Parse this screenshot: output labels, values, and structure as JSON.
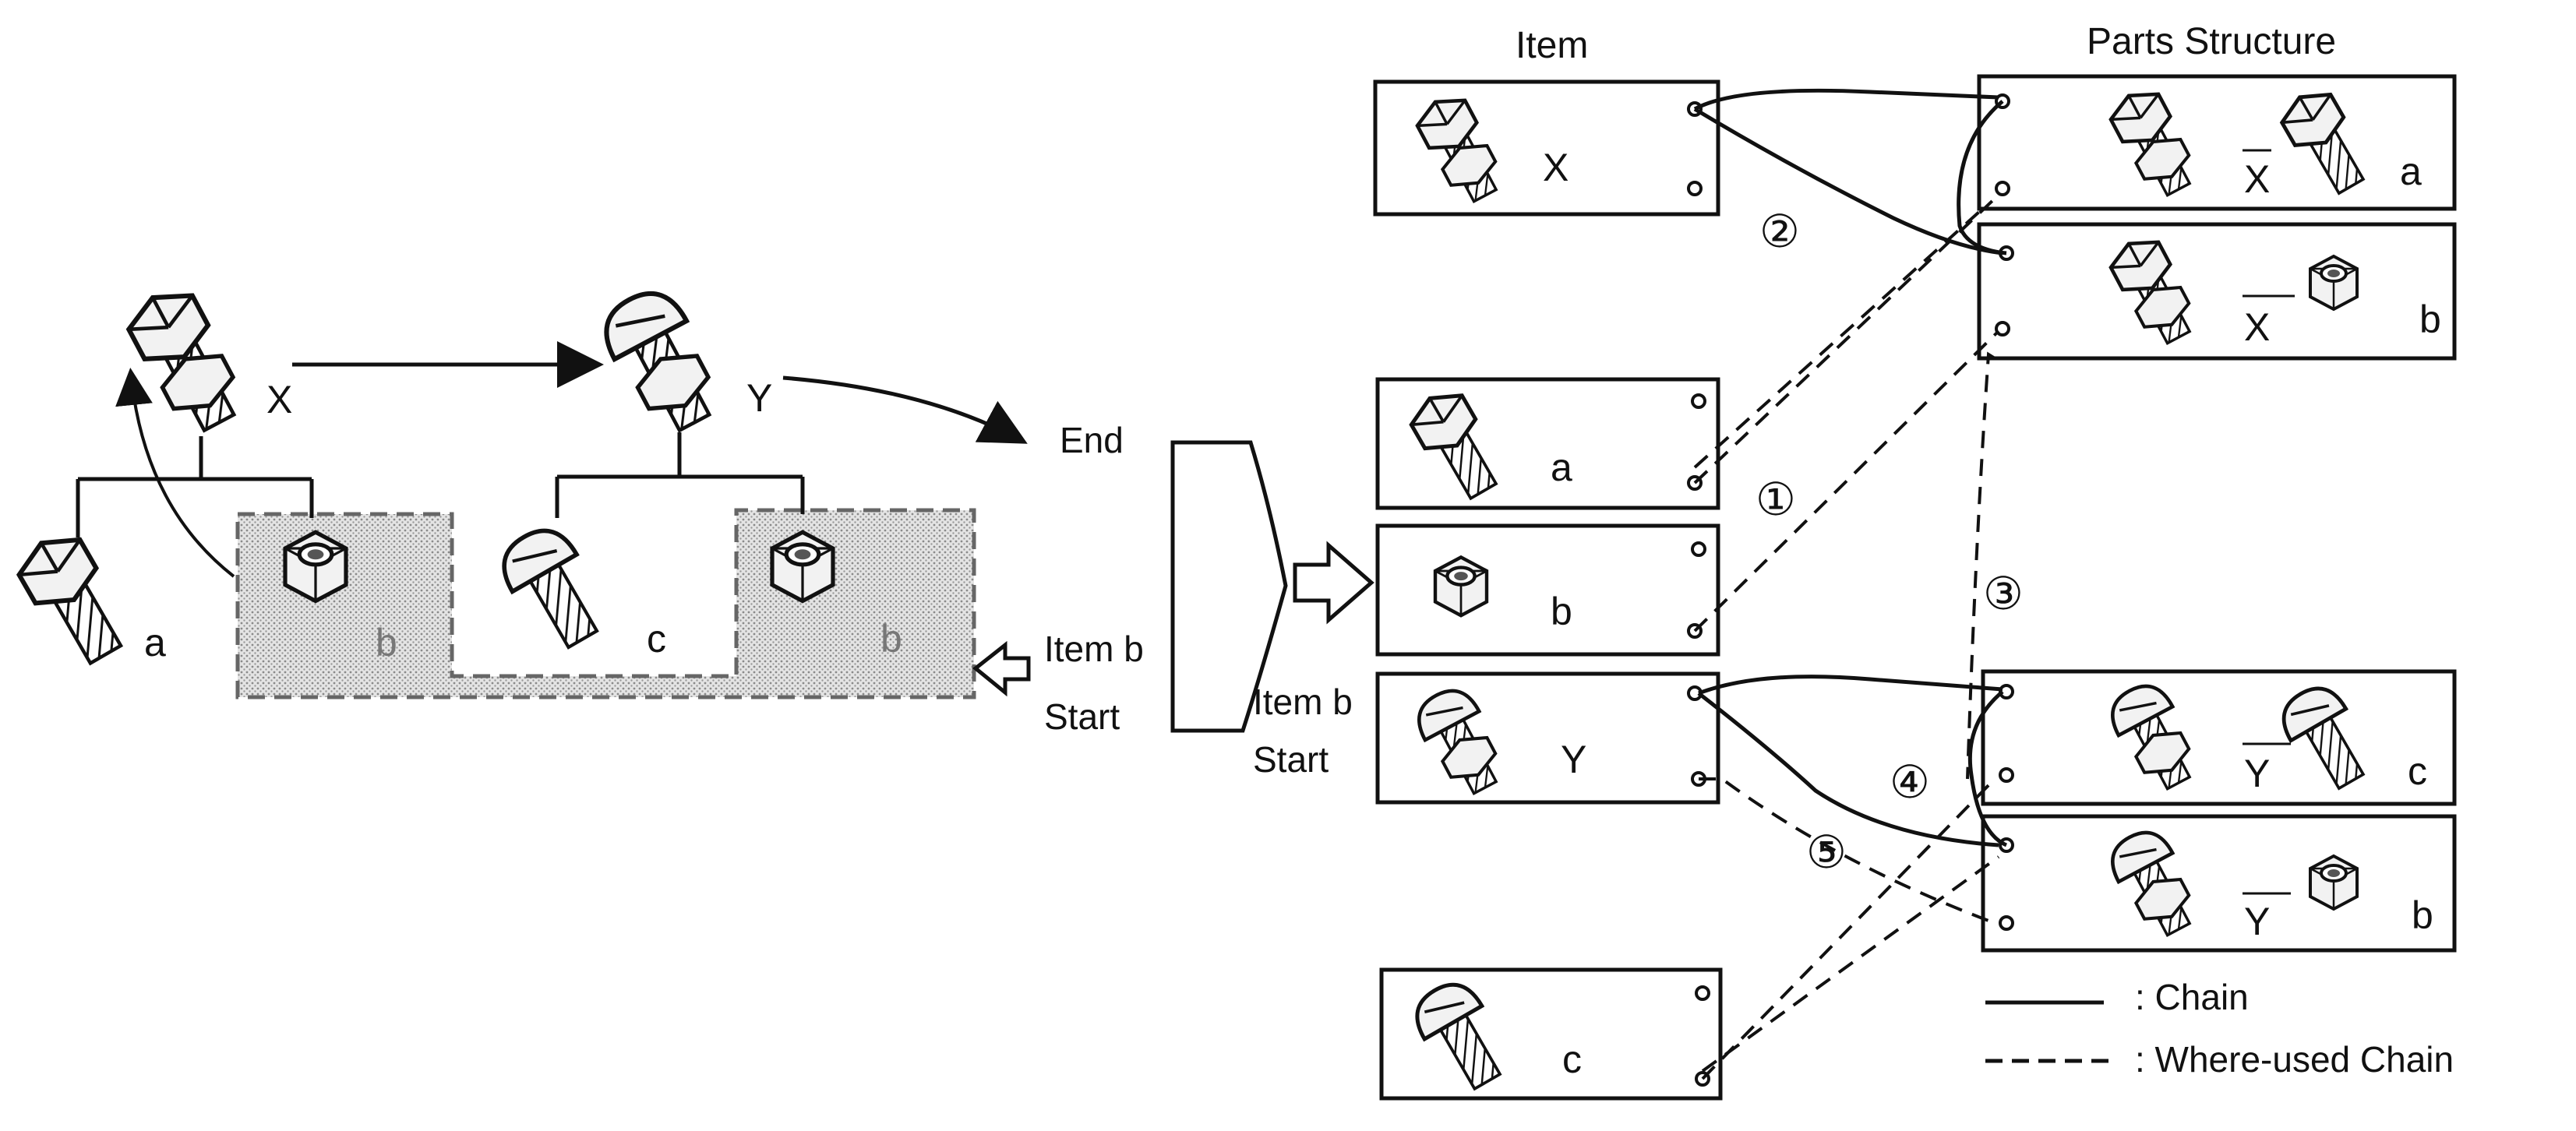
{
  "left_figure": {
    "parts": {
      "x": "X",
      "y": "Y",
      "a": "a",
      "b1": "b",
      "c": "c",
      "b2": "b"
    },
    "end_label": "End",
    "start_item": "Item b",
    "start_word": "Start"
  },
  "chevron": {
    "item": "Item b",
    "start": "Start"
  },
  "headers": {
    "item": "Item",
    "parts_structure": "Parts Structure"
  },
  "items": {
    "x": "X",
    "a": "a",
    "b": "b",
    "y": "Y",
    "c": "c"
  },
  "structures": {
    "xa": {
      "parent": "X",
      "child": "a"
    },
    "xb": {
      "parent": "X",
      "child": "b"
    },
    "yc": {
      "parent": "Y",
      "child": "c"
    },
    "yb": {
      "parent": "Y",
      "child": "b"
    }
  },
  "steps": [
    "②",
    "①",
    "③",
    "④",
    "⑤"
  ],
  "legend": {
    "chain": ": Chain",
    "where_used": ":  Where-used Chain"
  }
}
